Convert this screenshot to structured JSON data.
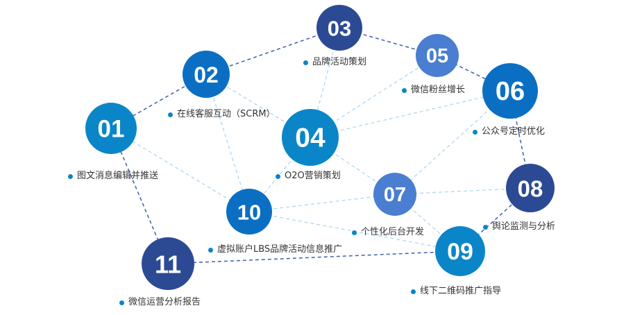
{
  "colors": {
    "blue": "#0a86c8",
    "mid": "#0a6fc3",
    "light": "#4a7ed0",
    "dark": "#2c4a94",
    "dashDark": "#3d5fb0",
    "dashLight": "#a9d3ef"
  },
  "nodes": [
    {
      "id": "01",
      "label": "图文消息编辑并推送",
      "tone": "blue"
    },
    {
      "id": "02",
      "label": "在线客服互动（SCRM）",
      "tone": "mid"
    },
    {
      "id": "03",
      "label": "品牌活动策划",
      "tone": "dark"
    },
    {
      "id": "04",
      "label": "O2O营销策划",
      "tone": "blue"
    },
    {
      "id": "05",
      "label": "微信粉丝增长",
      "tone": "light"
    },
    {
      "id": "06",
      "label": "公众号定时优化",
      "tone": "mid"
    },
    {
      "id": "07",
      "label": "个性化后台开发",
      "tone": "light"
    },
    {
      "id": "08",
      "label": "舆论监测与分析",
      "tone": "dark"
    },
    {
      "id": "09",
      "label": "线下二维码推广指导",
      "tone": "blue"
    },
    {
      "id": "10",
      "label": "虚拟账户LBS品牌活动信息推广",
      "tone": "mid"
    },
    {
      "id": "11",
      "label": "微信运营分析报告",
      "tone": "dark"
    }
  ],
  "edges": [
    [
      "01",
      "02",
      "dark"
    ],
    [
      "02",
      "03",
      "dark"
    ],
    [
      "03",
      "05",
      "dark"
    ],
    [
      "05",
      "06",
      "dark"
    ],
    [
      "06",
      "08",
      "dark"
    ],
    [
      "08",
      "09",
      "dark"
    ],
    [
      "01",
      "11",
      "dark"
    ],
    [
      "11",
      "09",
      "dark"
    ],
    [
      "02",
      "04",
      "light"
    ],
    [
      "02",
      "10",
      "light"
    ],
    [
      "03",
      "04",
      "light"
    ],
    [
      "04",
      "05",
      "light"
    ],
    [
      "04",
      "06",
      "light"
    ],
    [
      "04",
      "10",
      "light"
    ],
    [
      "04",
      "07",
      "light"
    ],
    [
      "06",
      "07",
      "light"
    ],
    [
      "07",
      "08",
      "light"
    ],
    [
      "07",
      "09",
      "light"
    ],
    [
      "07",
      "10",
      "light"
    ],
    [
      "10",
      "09",
      "light"
    ],
    [
      "01",
      "10",
      "light"
    ]
  ]
}
